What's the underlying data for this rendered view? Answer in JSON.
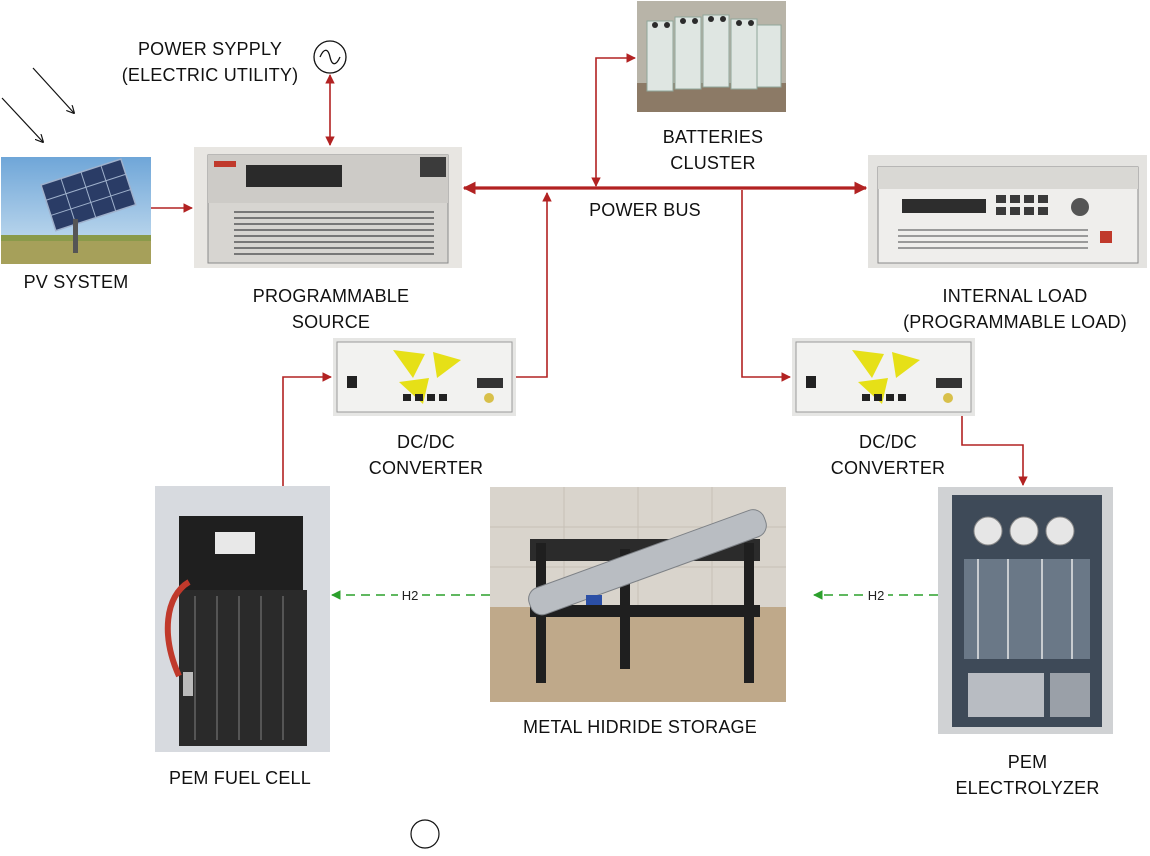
{
  "labels": {
    "power_supply_line1": "POWER SYPPLY",
    "power_supply_line2": "(ELECTRIC UTILITY)",
    "batteries_line1": "BATTERIES",
    "batteries_line2": "CLUSTER",
    "power_bus": "POWER BUS",
    "pv_system": "PV SYSTEM",
    "programmable_source_line1": "PROGRAMMABLE",
    "programmable_source_line2": "SOURCE",
    "internal_load_line1": "INTERNAL LOAD",
    "internal_load_line2": "(PROGRAMMABLE LOAD)",
    "dcdc_left_line1": "DC/DC",
    "dcdc_left_line2": "CONVERTER",
    "dcdc_right_line1": "DC/DC",
    "dcdc_right_line2": "CONVERTER",
    "metal_hydride": "METAL HIDRIDE STORAGE",
    "fuel_cell": "PEM FUEL CELL",
    "electrolyzer_line1": "PEM",
    "electrolyzer_line2": "ELECTROLYZER"
  },
  "flows": {
    "h2_left": "H2",
    "h2_right": "H2"
  },
  "icons": {
    "ac_source": "ac-source-icon",
    "sun_rays": "sun-rays-icon"
  },
  "colors": {
    "power_line": "#b22222",
    "hydrogen_line": "#2ca02c"
  }
}
